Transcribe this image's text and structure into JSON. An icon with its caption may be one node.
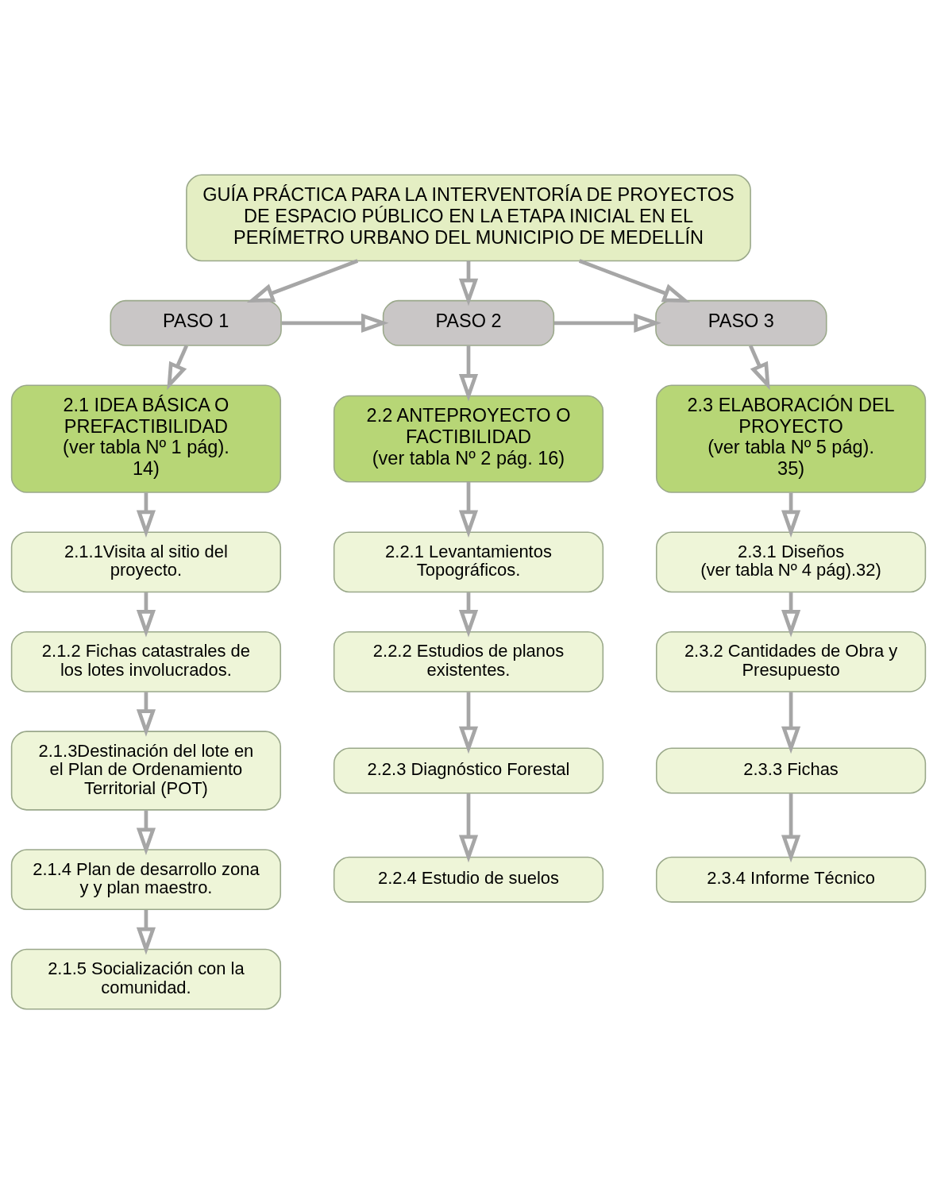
{
  "diagram": {
    "nodes": [
      {
        "text": [
          "GUÍA PRÁCTICA PARA LA INTERVENTORÍA DE PROYECTOS DE ESPACIO PÚBLICO EN LA ETAPA INICIAL EN EL PERÍMETRO URBANO DEL MUNICIPIO DE MEDELLÍN"
        ]
      },
      {
        "text": [
          "PASO 1"
        ]
      },
      {
        "text": [
          "PASO 2"
        ]
      },
      {
        "text": [
          "PASO 3"
        ]
      },
      {
        "text": [
          "2.1 IDEA BÁSICA O PREFACTIBILIDAD",
          "(ver tabla Nº 1 pág). 14)"
        ]
      },
      {
        "text": [
          "2.2 ANTEPROYECTO O FACTIBILIDAD",
          "(ver tabla Nº 2 pág. 16)"
        ]
      },
      {
        "text": [
          "2.3 ELABORACIÓN DEL PROYECTO",
          "(ver tabla Nº 5 pág). 35)"
        ]
      },
      {
        "text": [
          "2.1.1Visita al sitio del proyecto."
        ]
      },
      {
        "text": [
          "2.1.2 Fichas catastrales de los lotes involucrados."
        ]
      },
      {
        "text": [
          "2.1.3Destinación del lote en el Plan de Ordenamiento Territorial (POT)"
        ]
      },
      {
        "text": [
          "2.1.4 Plan de desarrollo zona y y plan maestro."
        ]
      },
      {
        "text": [
          "2.1.5 Socialización con la comunidad."
        ]
      },
      {
        "text": [
          "2.2.1 Levantamientos Topográficos."
        ]
      },
      {
        "text": [
          "2.2.2 Estudios de planos existentes."
        ]
      },
      {
        "text": [
          "2.2.3 Diagnóstico Forestal"
        ]
      },
      {
        "text": [
          "2.2.4 Estudio de suelos"
        ]
      },
      {
        "text": [
          "2.3.1 Diseños",
          "(ver tabla Nº 4 pág).32)"
        ]
      },
      {
        "text": [
          "2.3.2 Cantidades de Obra y Presupuesto"
        ]
      },
      {
        "text": [
          "2.3.3 Fichas"
        ]
      },
      {
        "text": [
          "2.3.4 Informe Técnico"
        ]
      }
    ],
    "edges": [
      {
        "from": 0,
        "to": 1,
        "arrow": "to"
      },
      {
        "from": 0,
        "to": 2,
        "arrow": "to"
      },
      {
        "from": 0,
        "to": 3,
        "arrow": "to"
      },
      {
        "from": 1,
        "to": 2,
        "arrow": "to"
      },
      {
        "from": 2,
        "to": 3,
        "arrow": "to"
      },
      {
        "from": 1,
        "to": 4,
        "arrow": "to"
      },
      {
        "from": 2,
        "to": 5,
        "arrow": "to"
      },
      {
        "from": 3,
        "to": 6,
        "arrow": "to"
      },
      {
        "from": 4,
        "to": 7,
        "arrow": "to"
      },
      {
        "from": 7,
        "to": 8,
        "arrow": "to"
      },
      {
        "from": 8,
        "to": 9,
        "arrow": "to"
      },
      {
        "from": 9,
        "to": 10,
        "arrow": "to"
      },
      {
        "from": 10,
        "to": 11,
        "arrow": "to"
      },
      {
        "from": 5,
        "to": 12,
        "arrow": "to"
      },
      {
        "from": 12,
        "to": 13,
        "arrow": "to"
      },
      {
        "from": 13,
        "to": 14,
        "arrow": "to"
      },
      {
        "from": 14,
        "to": 15,
        "arrow": "to"
      },
      {
        "from": 6,
        "to": 16,
        "arrow": "to"
      },
      {
        "from": 16,
        "to": 17,
        "arrow": "to"
      },
      {
        "from": 17,
        "to": 18,
        "arrow": "to"
      },
      {
        "from": 18,
        "to": 19,
        "arrow": "to"
      }
    ]
  }
}
